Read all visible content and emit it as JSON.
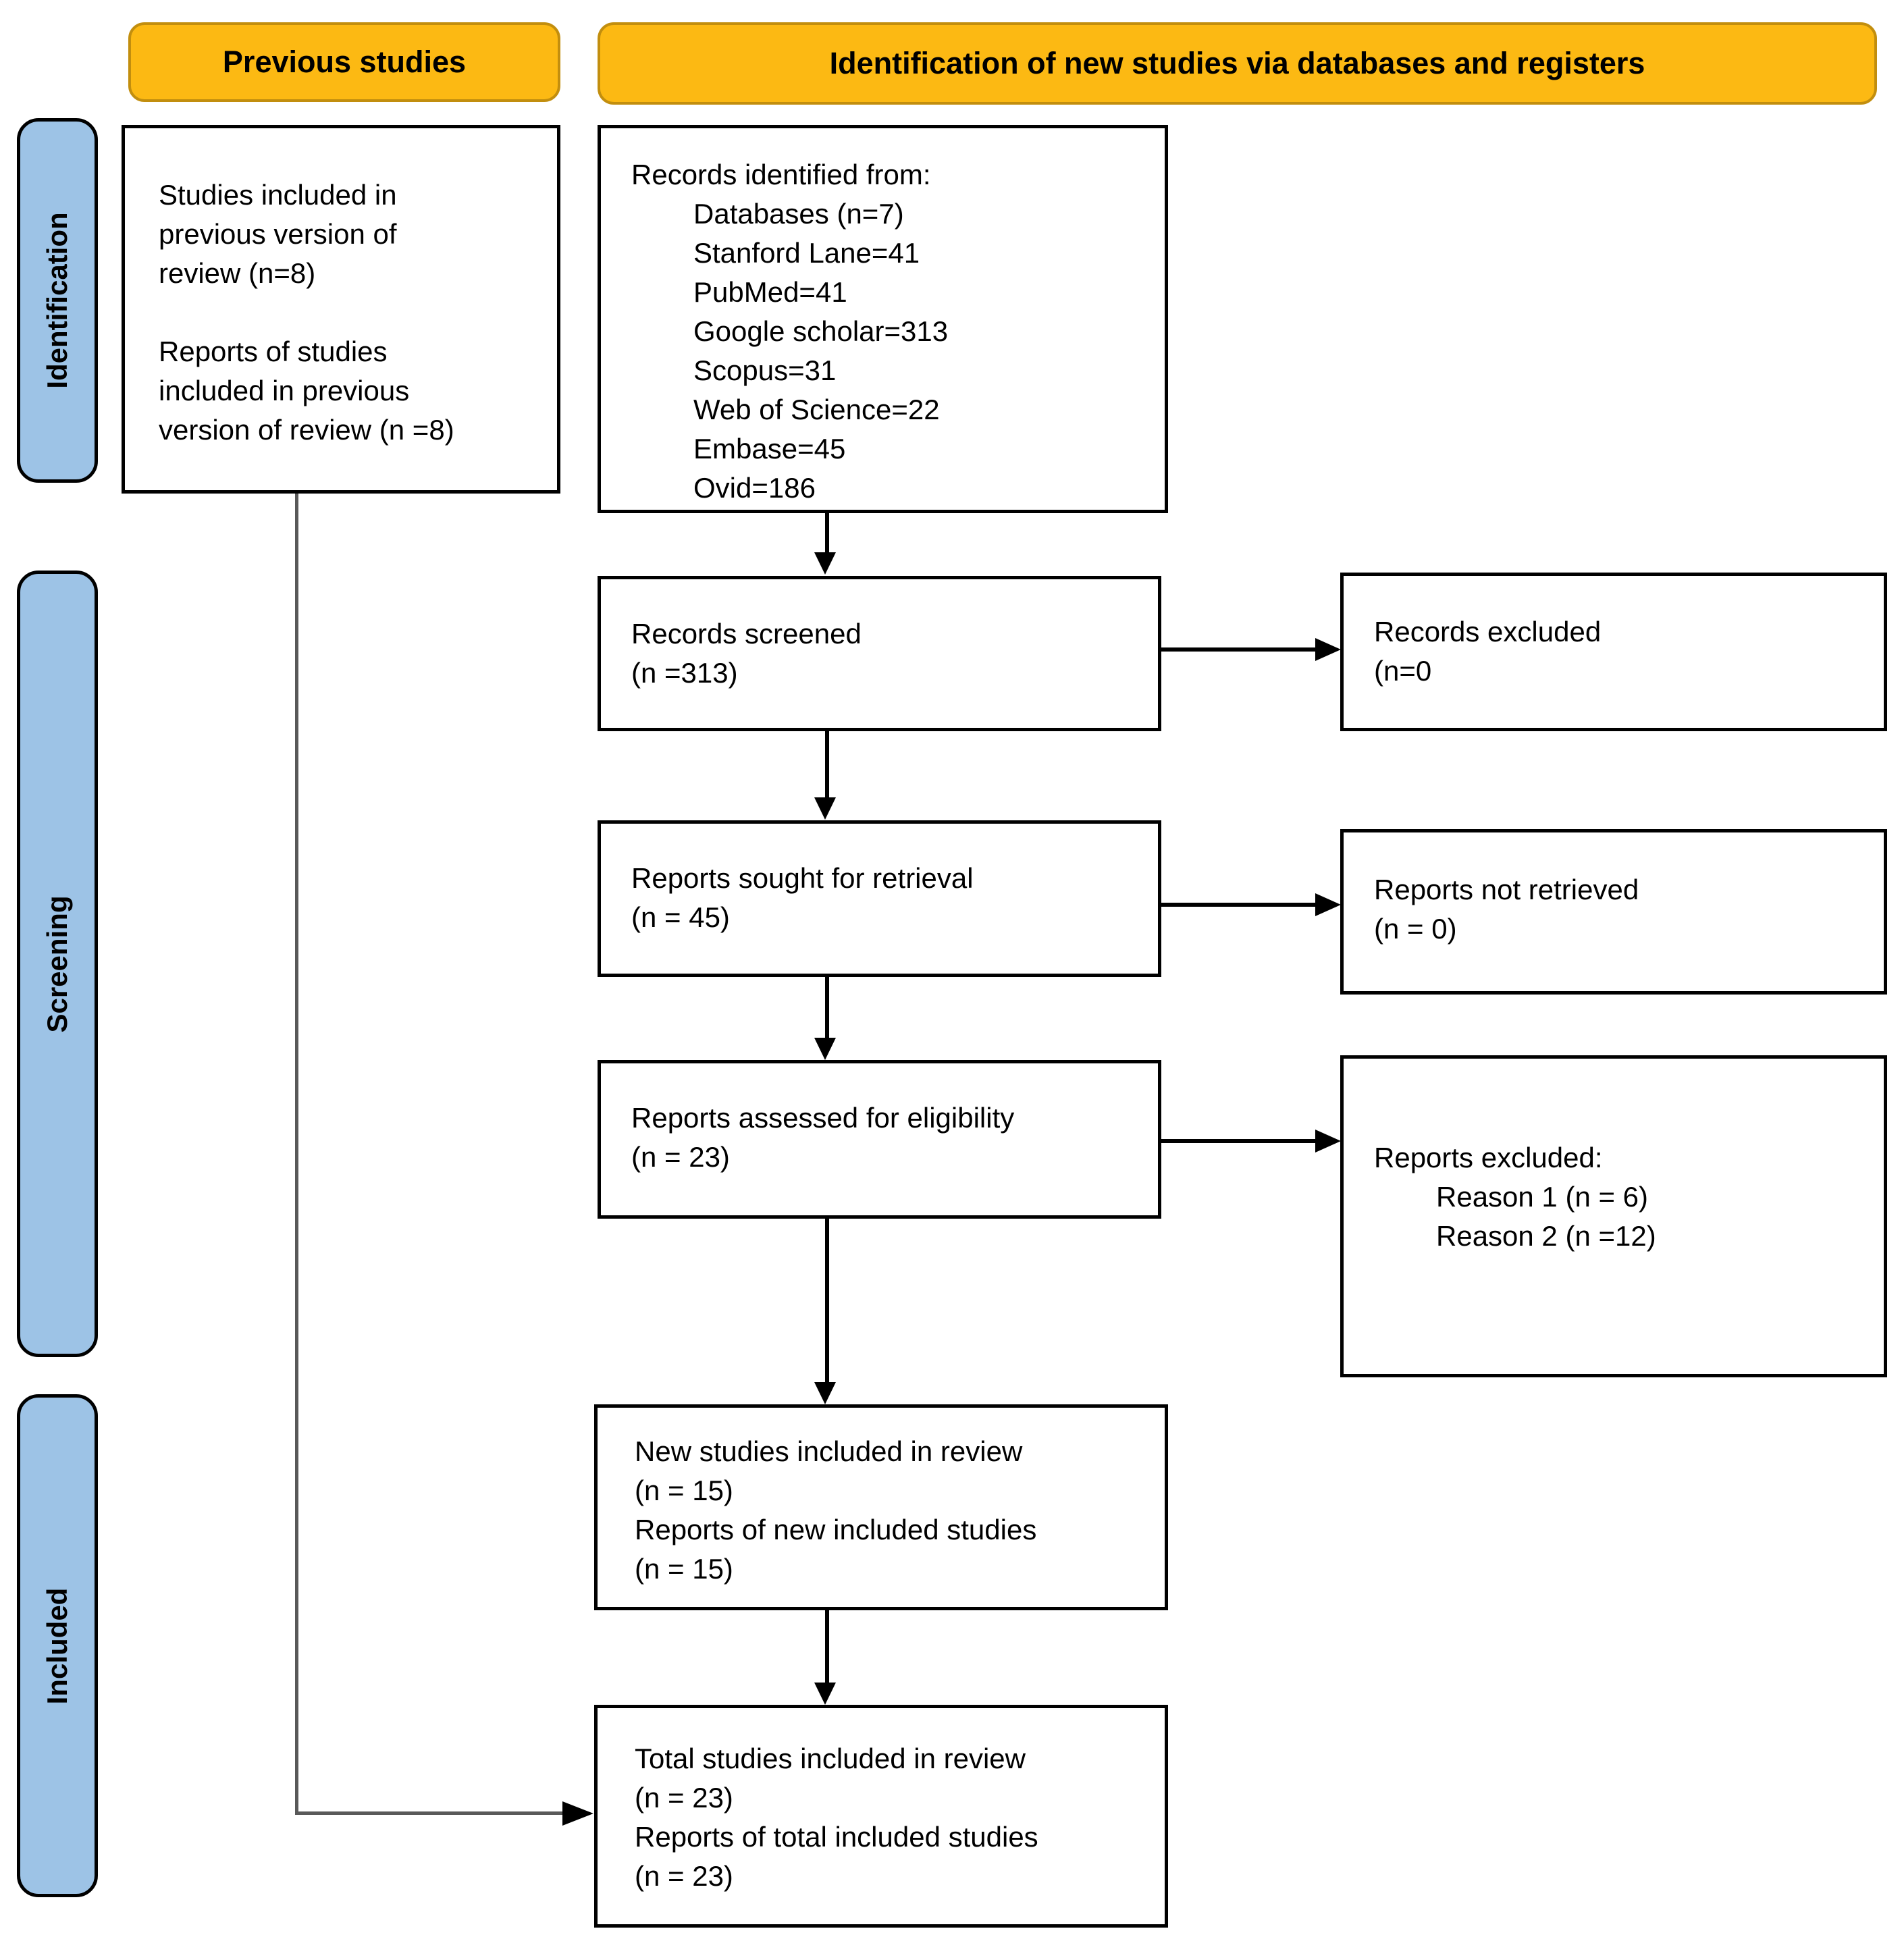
{
  "headers": {
    "previous_studies": "Previous studies",
    "new_studies": "Identification of new studies via databases and registers"
  },
  "stages": {
    "identification": "Identification",
    "screening": "Screening",
    "included": "Included"
  },
  "boxes": {
    "previous_studies": {
      "lines": [
        "Studies included in previous version of review (n=8)",
        "Reports of studies included in previous version of review (n =8)"
      ]
    },
    "records_identified": {
      "title": "Records identified from:",
      "items": [
        "Databases (n=7)",
        "Stanford Lane=41",
        "PubMed=41",
        "Google scholar=313",
        "Scopus=31",
        "Web of Science=22",
        "Embase=45",
        "Ovid=186"
      ]
    },
    "records_screened": {
      "lines": [
        "Records screened",
        "(n =313)"
      ]
    },
    "records_excluded": {
      "lines": [
        "Records excluded",
        "(n=0"
      ]
    },
    "reports_sought": {
      "lines": [
        "Reports sought for retrieval",
        "(n = 45)"
      ]
    },
    "reports_not_retrieved": {
      "lines": [
        "Reports not retrieved",
        "(n = 0)"
      ]
    },
    "reports_assessed": {
      "lines": [
        "Reports assessed for eligibility",
        "(n = 23)"
      ]
    },
    "reports_excluded": {
      "title": "Reports excluded:",
      "items": [
        "Reason 1 (n = 6)",
        "Reason 2 (n =12)"
      ]
    },
    "new_studies": {
      "lines": [
        "New studies included in review",
        "(n = 15)",
        "Reports of new included studies",
        "(n = 15)"
      ]
    },
    "total_studies": {
      "lines": [
        "Total studies included in review",
        "(n = 23)",
        "Reports of total included studies",
        "(n = 23)"
      ]
    }
  },
  "colors": {
    "header_fill": "#FCB913",
    "header_border": "#C28E0E",
    "stage_fill": "#9DC3E6",
    "box_border": "#000000",
    "connector_gray": "#595959"
  }
}
